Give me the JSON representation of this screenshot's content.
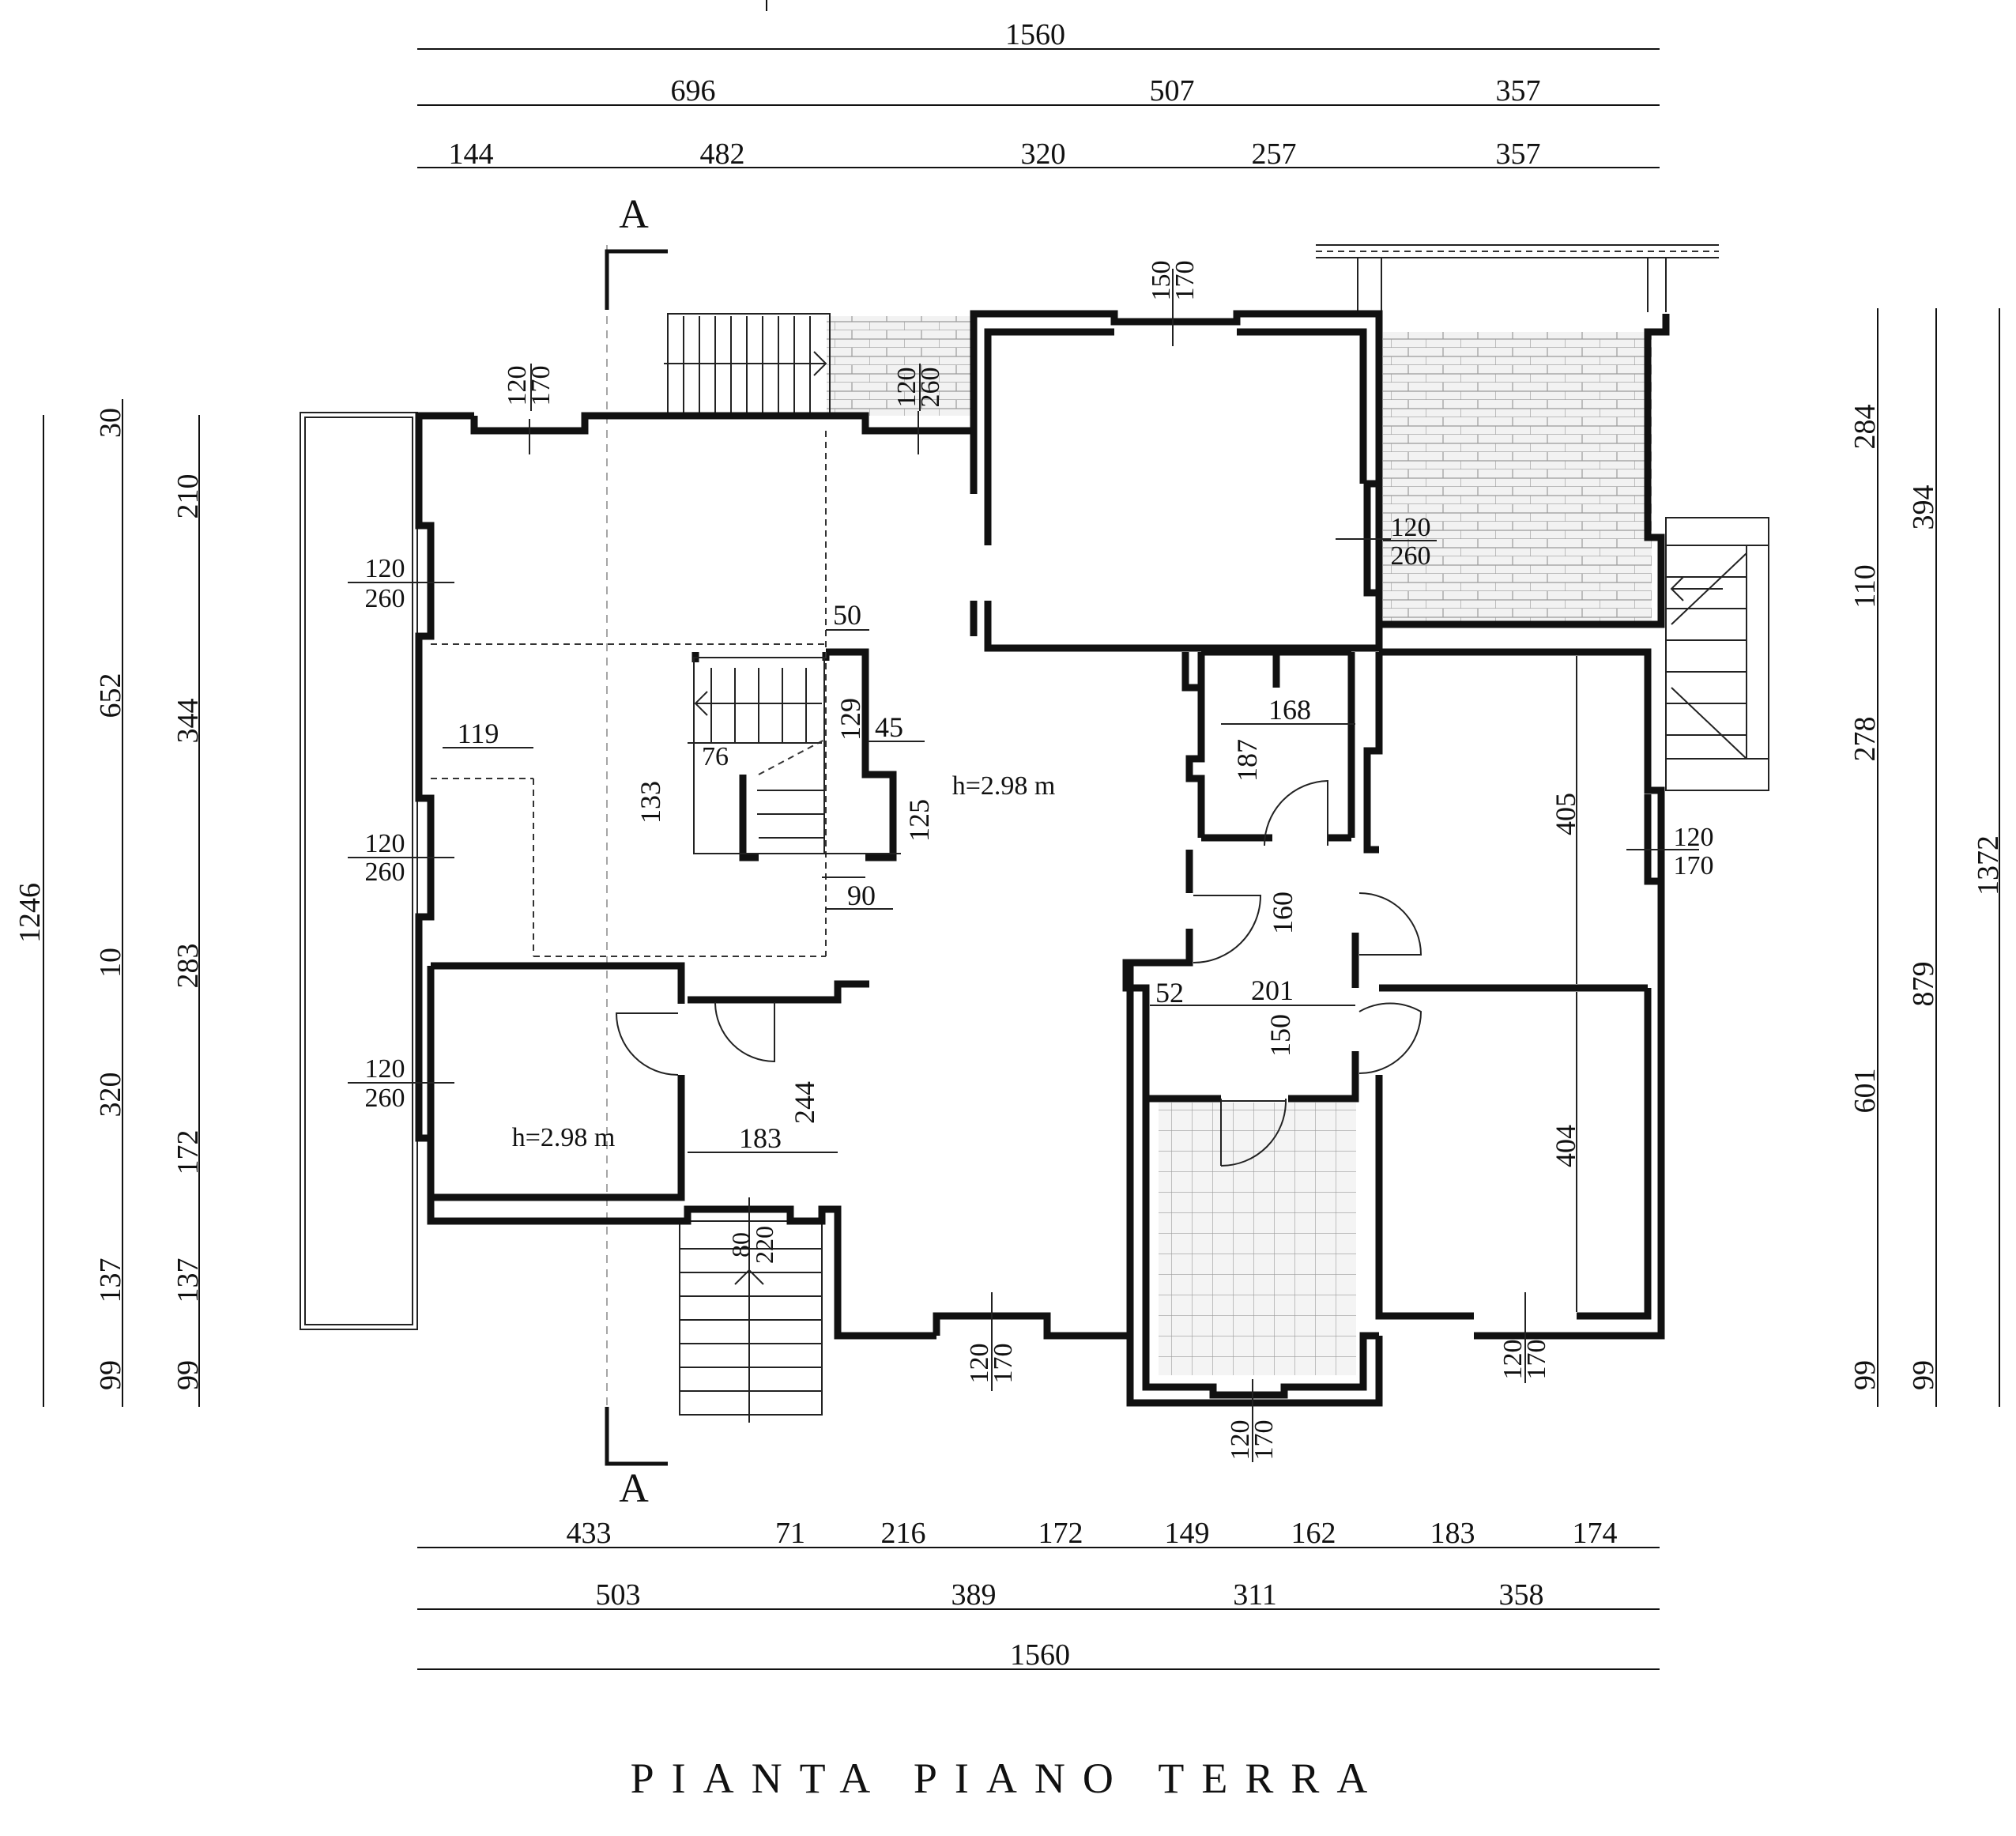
{
  "title": "PIANTA  PIANO TERRA",
  "section_label": "A",
  "top_dimensions": {
    "total": "1560",
    "row2": [
      "696",
      "507",
      "357"
    ],
    "row3": [
      "144",
      "482",
      "320",
      "257",
      "357"
    ]
  },
  "bottom_dimensions": {
    "row1": [
      "433",
      "71",
      "216",
      "172",
      "149",
      "162",
      "183",
      "174"
    ],
    "row2": [
      "503",
      "389",
      "311",
      "358"
    ],
    "total": "1560"
  },
  "left_dimensions": {
    "total": "1246",
    "col2": [
      "30",
      "652",
      "10",
      "320",
      "137",
      "99"
    ],
    "col3": [
      "210",
      "344",
      "283",
      "172",
      "137",
      "99"
    ]
  },
  "right_dimensions": {
    "col1": [
      "284",
      "110",
      "278",
      "601",
      "99"
    ],
    "col2": [
      "394",
      "879",
      "99"
    ],
    "total": "1372"
  },
  "openings": [
    {
      "top": "120",
      "bottom": "170"
    },
    {
      "top": "120",
      "bottom": "260"
    },
    {
      "top": "150",
      "bottom": "170"
    },
    {
      "top": "120",
      "bottom": "260"
    },
    {
      "top": "120",
      "bottom": "260"
    },
    {
      "top": "120",
      "bottom": "260"
    },
    {
      "top": "120",
      "bottom": "260"
    },
    {
      "top": "120",
      "bottom": "170"
    },
    {
      "top": "80",
      "bottom": "220"
    },
    {
      "top": "120",
      "bottom": "170"
    },
    {
      "top": "120",
      "bottom": "170"
    },
    {
      "top": "120",
      "bottom": "170"
    }
  ],
  "interior_dimensions": [
    "50",
    "119",
    "129",
    "45",
    "76",
    "133",
    "125",
    "90",
    "168",
    "187",
    "160",
    "52",
    "201",
    "150",
    "244",
    "183",
    "405",
    "404"
  ],
  "heights": [
    "h=2.98 m",
    "h=2.98 m"
  ]
}
